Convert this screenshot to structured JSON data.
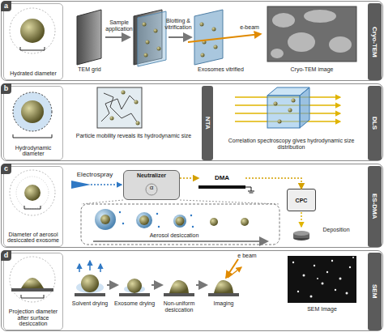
{
  "diagram": {
    "nodes": [
      {
        "text": [
          "a"
        ]
      },
      {
        "text": [
          "Hydrated diameter"
        ],
        "in": 0
      },
      {
        "text": [
          "Cryo-TEM"
        ],
        "in": 0
      },
      {
        "text": [
          "b"
        ]
      },
      {
        "text": [
          "Hydrodynamic diameter"
        ],
        "in": 3
      },
      {
        "text": [
          "NTA"
        ],
        "in": 3
      },
      {
        "text": [
          "DLS"
        ],
        "in": 3
      },
      {
        "text": [
          "c"
        ]
      },
      {
        "text": [
          "Diameter of aerosol desiccated exosome"
        ],
        "in": 7
      },
      {
        "text": [
          "Neutralizer"
        ],
        "in": 7
      },
      {
        "text": [
          "DMA"
        ],
        "in": 7
      },
      {
        "text": [
          "CPC"
        ],
        "in": 7
      },
      {
        "text": [
          "ES-DMA"
        ],
        "in": 7
      },
      {
        "text": [
          "d"
        ]
      },
      {
        "text": [
          "Projection diameter after surface desiccation"
        ],
        "in": 13
      },
      {
        "text": [
          "SEM"
        ],
        "in": 13
      }
    ],
    "edges": [
      {
        "from": 9,
        "to": 10,
        "arrow": "to"
      },
      {
        "from": 10,
        "to": 11,
        "arrow": "to"
      }
    ],
    "labels": [
      "TEM grid",
      "Sample application",
      "Blotting & vitrification",
      "e-beam",
      "Exosomes vitrified",
      "Cryo-TEM image",
      "Particle mobility reveals its hydrodynamic size",
      "Correlation spectroscopy gives hydrodynamic size distribution",
      "Electrospray",
      "α",
      "Deposition",
      "Aerosol desiccation",
      "Solvent drying",
      "Exosome drying",
      "Non-uniform desiccation",
      "Imaging",
      "e beam",
      "SEM Image"
    ]
  }
}
